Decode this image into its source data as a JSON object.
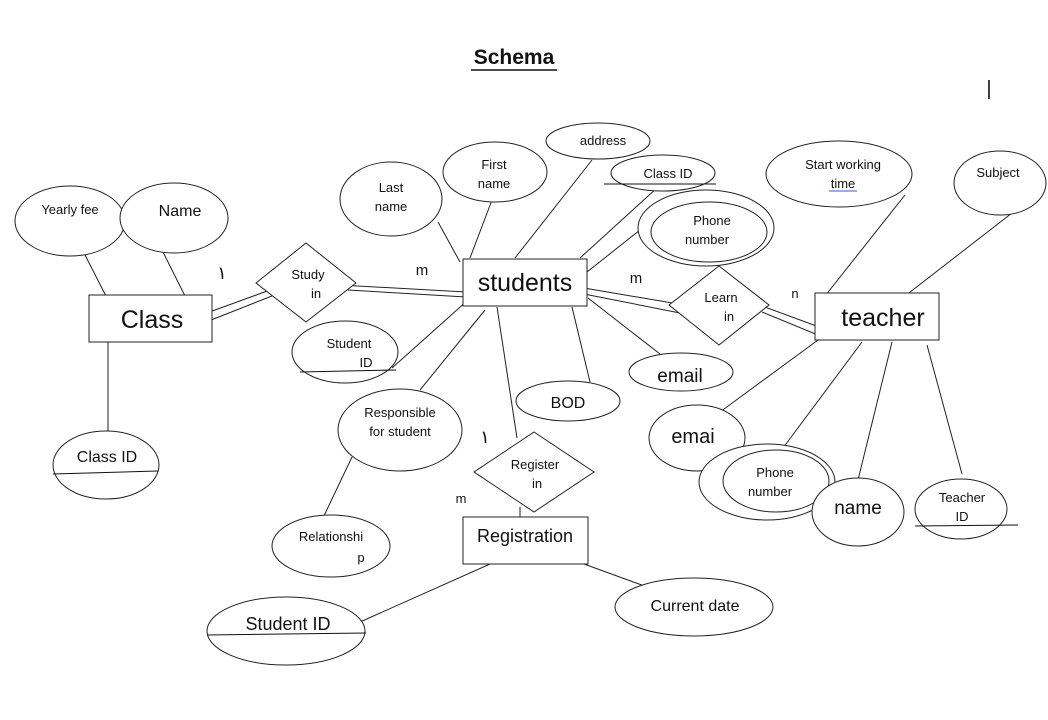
{
  "title": "Schema",
  "page_mark": "|",
  "entities": {
    "class": "Class",
    "students": "students",
    "teacher": "teacher",
    "registration": "Registration"
  },
  "relationships": {
    "study_in": [
      "Study",
      "in"
    ],
    "learn_in": [
      "Learn",
      "in"
    ],
    "register_in": [
      "Register",
      "in"
    ]
  },
  "attributes": {
    "yearly_fee": "Yearly fee",
    "class_name": "Name",
    "class_id": "Class ID",
    "last_name": [
      "Last",
      "name"
    ],
    "first_name": [
      "First",
      "name"
    ],
    "address": "address",
    "student_class_id": "Class ID",
    "student_phone": [
      "Phone",
      "number"
    ],
    "student_id": [
      "Student",
      "ID"
    ],
    "responsible": [
      "Responsible",
      "for student"
    ],
    "relationship": [
      "Relationshi",
      "p"
    ],
    "bod": "BOD",
    "student_email": "email",
    "start_working_time": [
      "Start working",
      "time"
    ],
    "subject": "Subject",
    "teacher_email": "emai",
    "teacher_phone": [
      "Phone",
      "number"
    ],
    "teacher_name": "name",
    "teacher_id": [
      "Teacher",
      "ID"
    ],
    "reg_student_id": "Student ID",
    "current_date": "Current date"
  },
  "cardinalities": {
    "class_study": "١",
    "students_study": "m",
    "students_learn": "m",
    "teacher_learn": "n",
    "students_register": "١",
    "registration_register": "m"
  }
}
